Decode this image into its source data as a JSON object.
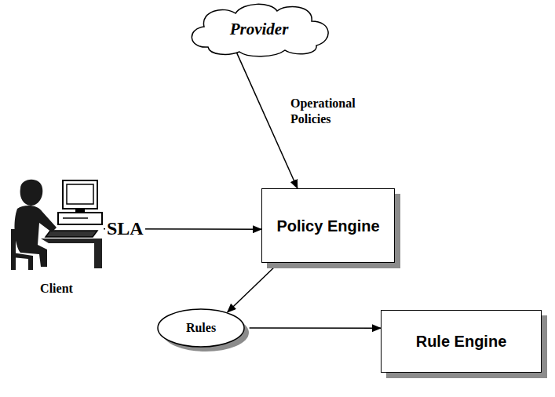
{
  "diagram": {
    "nodes": [
      {
        "text": [
          "Provider"
        ]
      },
      {
        "text": [
          "Client"
        ]
      },
      {
        "text": [
          "Policy Engine"
        ]
      },
      {
        "text": [
          "Rules"
        ]
      },
      {
        "text": [
          "Rule Engine"
        ]
      }
    ],
    "edges": [
      {
        "from": 0,
        "to": 2,
        "label": "Operational Policies",
        "arrow": "to"
      },
      {
        "from": 1,
        "to": 2,
        "label": "SLA",
        "arrow": "to"
      },
      {
        "from": 2,
        "to": 3,
        "arrow": "to"
      },
      {
        "from": 3,
        "to": 4,
        "arrow": "to"
      }
    ]
  }
}
